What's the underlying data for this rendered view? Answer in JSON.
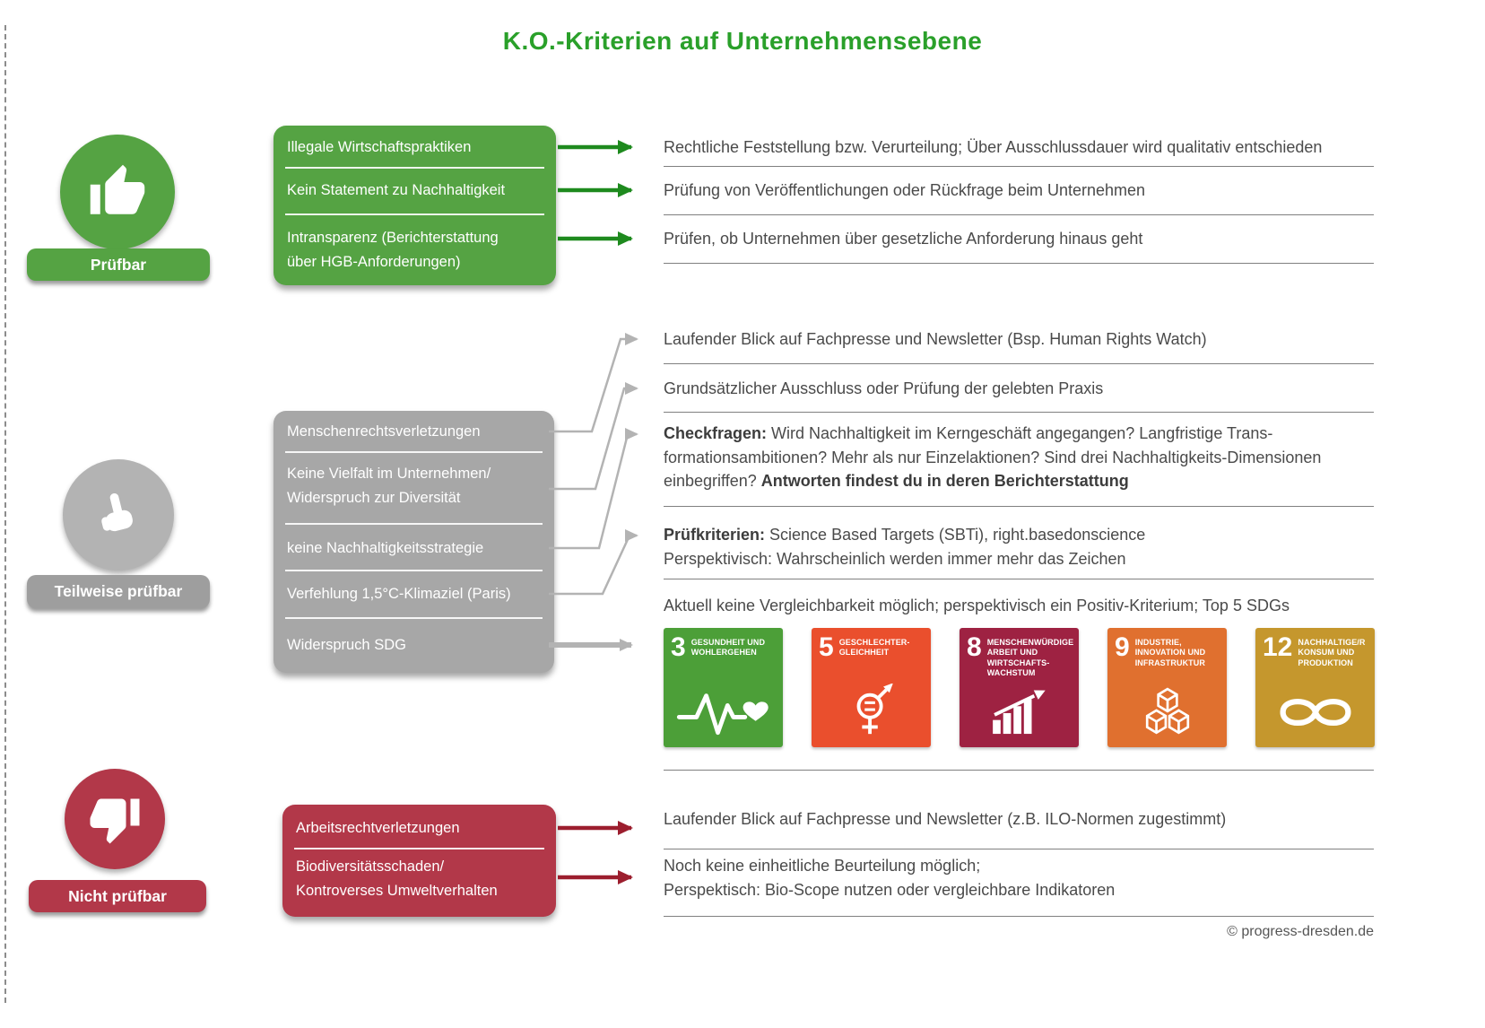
{
  "title": "K.O.-Kriterien auf Unternehmensebene",
  "copyright": "© progress-dresden.de",
  "colors": {
    "green": "#55a343",
    "green_arrow": "#1e8a1e",
    "gray": "#a7a7a7",
    "red": "#b23849",
    "red_arrow": "#9c1e2e",
    "text": "#4a4a4a"
  },
  "green_section": {
    "badge": "Prüfbar",
    "criteria": [
      "Illegale Wirtschaftspraktiken",
      "Kein Statement zu Nachhaltigkeit",
      "Intransparenz (Berichterstattung\nüber HGB-Anforderungen)"
    ],
    "results": [
      "Rechtliche Feststellung bzw. Verurteilung; Über Ausschlussdauer wird qualitativ entschieden",
      "Prüfung von Veröffentlichungen oder Rückfrage beim Unternehmen",
      "Prüfen, ob Unternehmen über gesetzliche Anforderung hinaus geht"
    ]
  },
  "gray_section": {
    "badge": "Teilweise prüfbar",
    "criteria": [
      "Menschenrechtsverletzungen",
      "Keine Vielfalt im Unternehmen/\nWiderspruch zur Diversität",
      "keine Nachhaltigkeitsstrategie",
      "Verfehlung 1,5°C-Klimaziel (Paris)",
      "Widerspruch SDG"
    ],
    "results": {
      "r1": "Laufender Blick auf Fachpresse und Newsletter (Bsp. Human Rights Watch)",
      "r2": "Grundsätzlicher Ausschluss oder Prüfung der gelebten Praxis",
      "checkfragen": {
        "line1_bold": "Checkfragen:",
        "line1_rest": " Wird Nachhaltigkeit im Kerngeschäft angegangen? Langfristige Trans-",
        "line2": "formationsambitionen? Mehr als nur Einzelaktionen? Sind drei Nachhaltigkeits-Dimensionen",
        "line3_rest": "einbegriffen? ",
        "line3_bold": "Antworten findest du in deren Berichterstattung"
      },
      "pruefkriterien": {
        "line1_bold": "Prüfkriterien:",
        "line1_rest": " Science Based Targets (SBTi), right.basedonscience",
        "line2": "Perspektivisch: Wahrscheinlich werden immer mehr das Zeichen"
      },
      "sdg_intro": "Aktuell keine Vergleichbarkeit möglich; perspektivisch ein Positiv-Kriterium; Top 5 SDGs"
    },
    "sdgs": [
      {
        "number": "3",
        "title": "GESUNDHEIT UND\nWOHLERGEHEN",
        "color": "#4c9f38"
      },
      {
        "number": "5",
        "title": "GESCHLECHTER-\nGLEICHHEIT",
        "color": "#ea4f2d"
      },
      {
        "number": "8",
        "title": "MENSCHENWÜRDIGE\nARBEIT UND\nWIRTSCHAFTS-\nWACHSTUM",
        "color": "#9e2242"
      },
      {
        "number": "9",
        "title": "INDUSTRIE,\nINNOVATION UND\nINFRASTRUKTUR",
        "color": "#e0702f"
      },
      {
        "number": "12",
        "title": "NACHHALTIGE/R\nKONSUM UND\nPRODUKTION",
        "color": "#c5972d"
      }
    ]
  },
  "red_section": {
    "badge": "Nicht prüfbar",
    "criteria": [
      "Arbeitsrechtverletzungen",
      "Biodiversitätsschaden/\nKontroverses Umweltverhalten"
    ],
    "results": {
      "r1": "Laufender Blick auf Fachpresse und Newsletter (z.B. ILO-Normen zugestimmt)",
      "r2_line1": "Noch keine einheitliche Beurteilung möglich;",
      "r2_line2": "Perspektisch: Bio-Scope nutzen oder vergleichbare Indikatoren"
    }
  }
}
